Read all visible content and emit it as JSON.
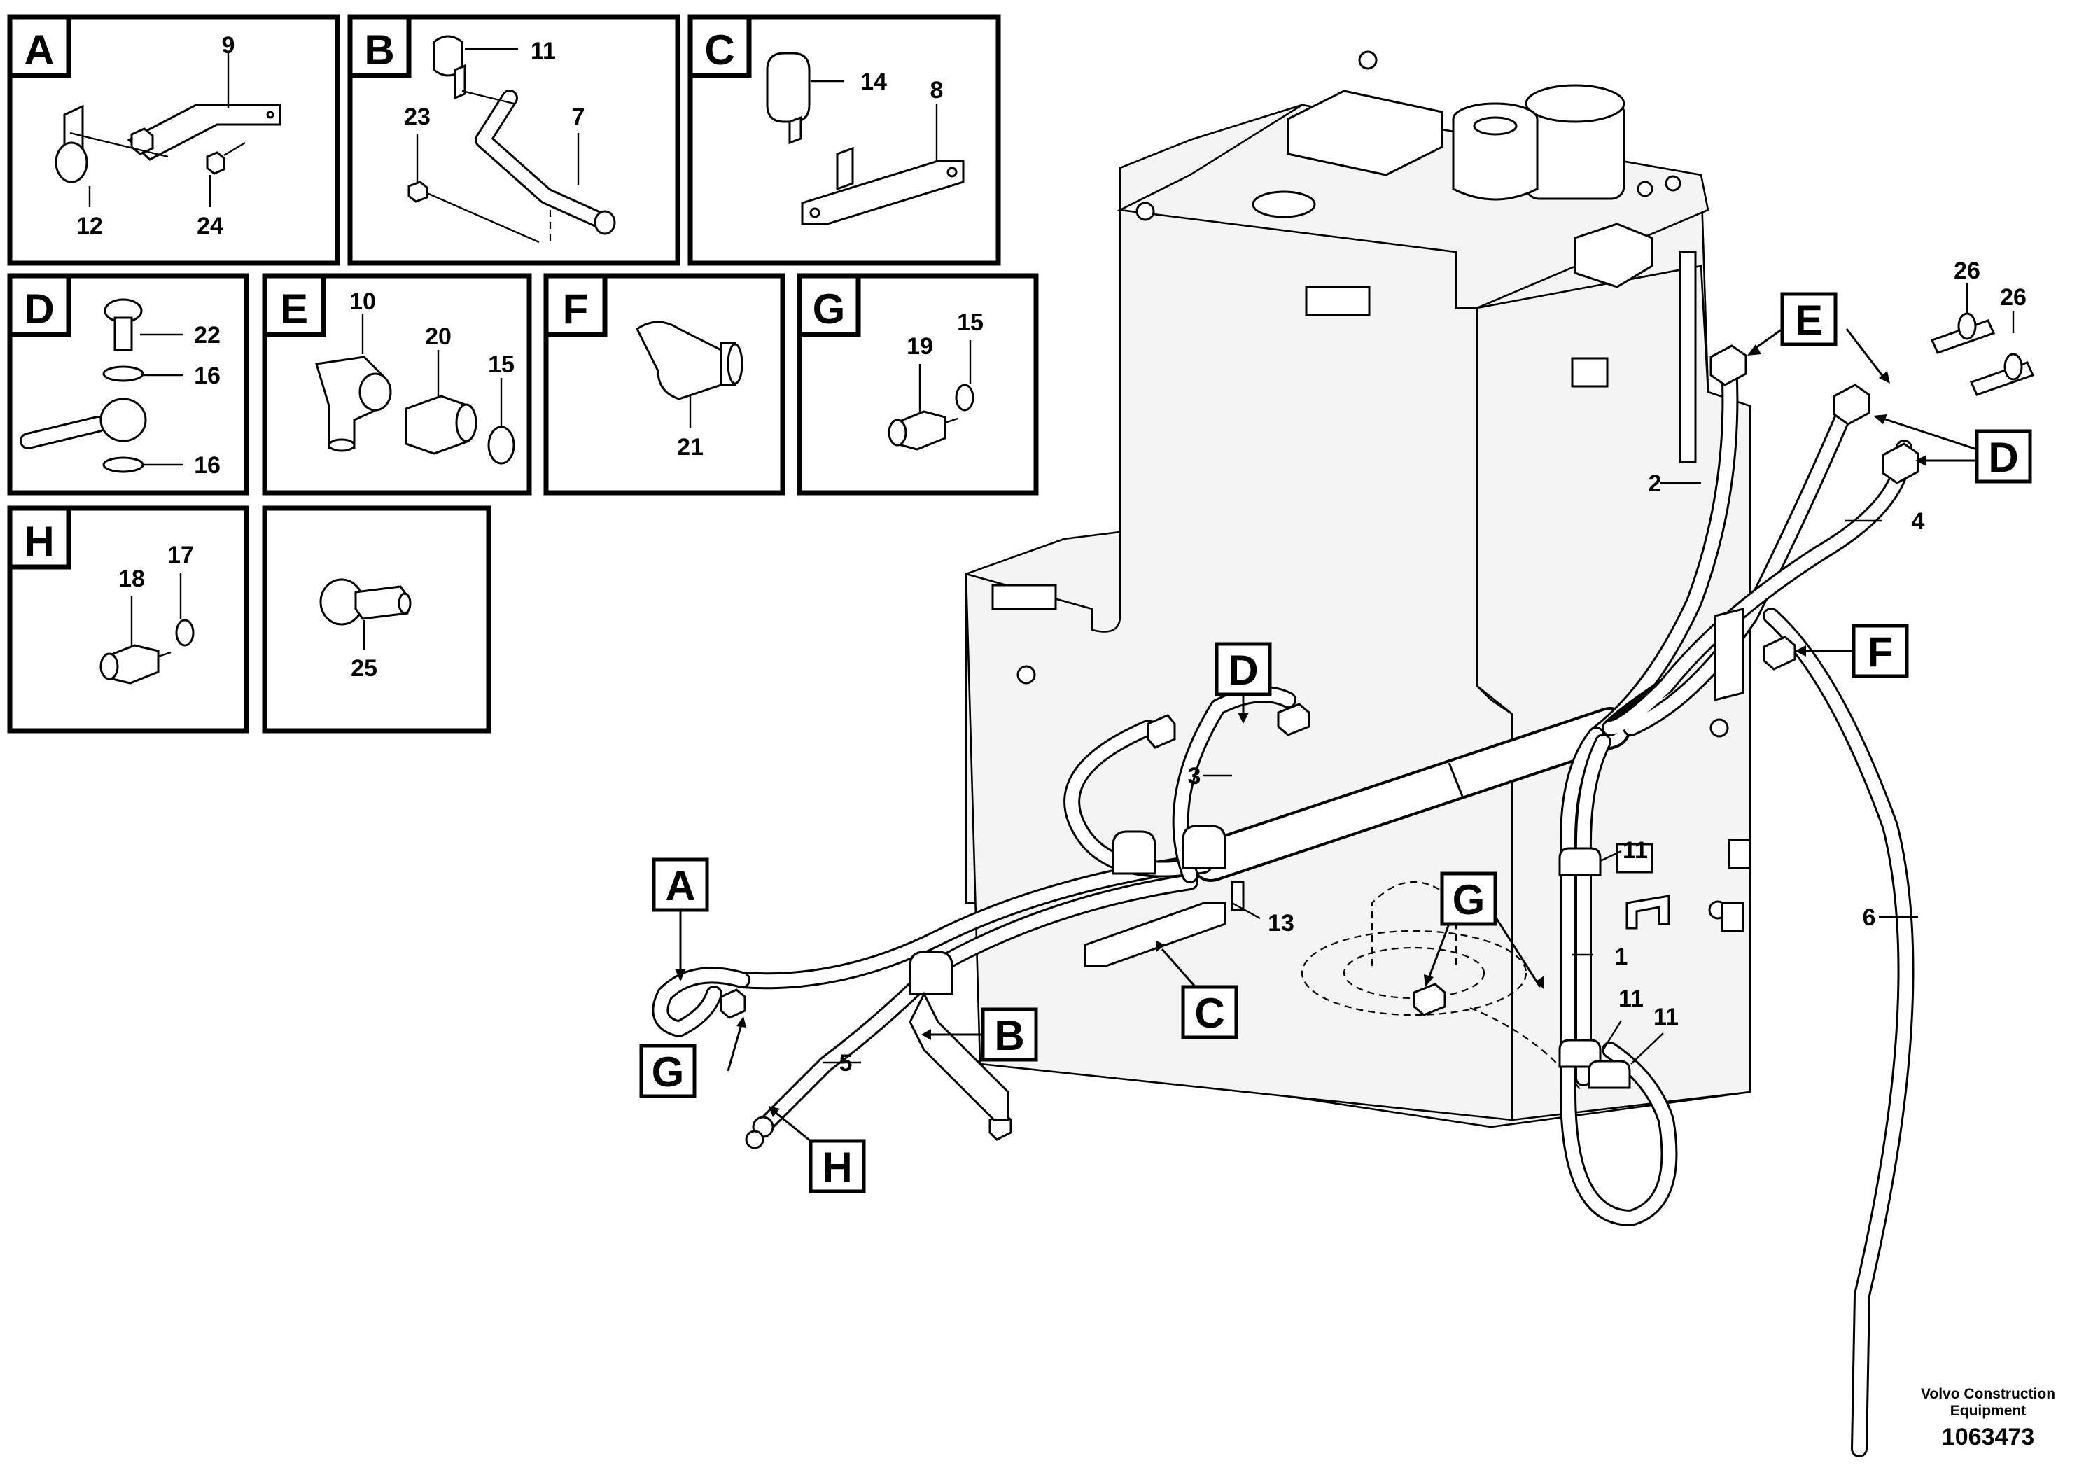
{
  "detail_panels": [
    {
      "letter": "A",
      "numbers": [
        "9",
        "12",
        "24"
      ]
    },
    {
      "letter": "B",
      "numbers": [
        "11",
        "23",
        "7"
      ]
    },
    {
      "letter": "C",
      "numbers": [
        "14",
        "8"
      ]
    },
    {
      "letter": "D",
      "numbers": [
        "22",
        "16",
        "16"
      ]
    },
    {
      "letter": "E",
      "numbers": [
        "10",
        "20",
        "15"
      ]
    },
    {
      "letter": "F",
      "numbers": [
        "21"
      ]
    },
    {
      "letter": "G",
      "numbers": [
        "19",
        "15"
      ]
    },
    {
      "letter": "H",
      "numbers": [
        "18",
        "17"
      ]
    },
    {
      "letter": "",
      "numbers": [
        "25"
      ]
    }
  ],
  "main_callouts": [
    "A",
    "B",
    "C",
    "D",
    "D",
    "E",
    "F",
    "G",
    "G",
    "H"
  ],
  "part_labels": [
    "1",
    "2",
    "3",
    "4",
    "5",
    "6",
    "11",
    "11",
    "11",
    "13",
    "26",
    "26"
  ],
  "footer": {
    "company_line1": "Volvo Construction",
    "company_line2": "Equipment",
    "figure_id": "1063473"
  }
}
